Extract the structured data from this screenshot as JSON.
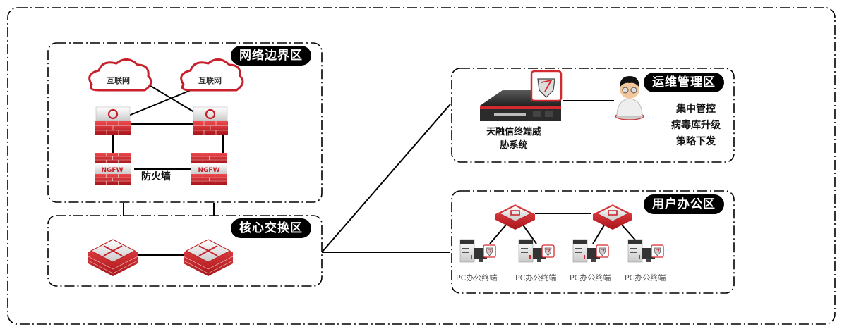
{
  "zones": {
    "border": {
      "label": "网络边界区"
    },
    "core": {
      "label": "核心交换区"
    },
    "ops": {
      "label": "运维管理区"
    },
    "office": {
      "label": "用户办公区"
    }
  },
  "border_nodes": {
    "cloud_left": "互联网",
    "cloud_right": "互联网",
    "ngfw_badge": "NGFW",
    "firewall_label": "防火墙"
  },
  "ops_nodes": {
    "appliance_label_line1": "天融信终端威",
    "appliance_label_line2": "胁系统",
    "functions": [
      "集中管控",
      "病毒库升级",
      "策略下发"
    ]
  },
  "office_nodes": {
    "pcs": [
      {
        "label": "PC办公终端"
      },
      {
        "label": "PC办公终端"
      },
      {
        "label": "PC办公终端"
      },
      {
        "label": "PC办公终端"
      }
    ]
  },
  "colors": {
    "brand_red": "#d42a2f",
    "dark_red": "#9e1418",
    "label_bg": "#000000",
    "line": "#000000"
  }
}
